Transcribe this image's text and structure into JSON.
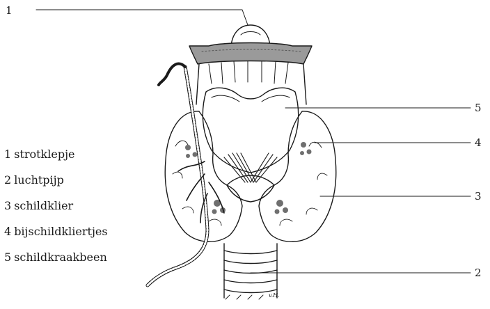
{
  "labels": [
    {
      "num": "1",
      "name": "strotklepje"
    },
    {
      "num": "2",
      "name": "luchtpijp"
    },
    {
      "num": "3",
      "name": "schildklier"
    },
    {
      "num": "4",
      "name": "bijschildkliertjes"
    },
    {
      "num": "5",
      "name": "schildkraakbeen"
    }
  ],
  "signature": "v.H."
}
